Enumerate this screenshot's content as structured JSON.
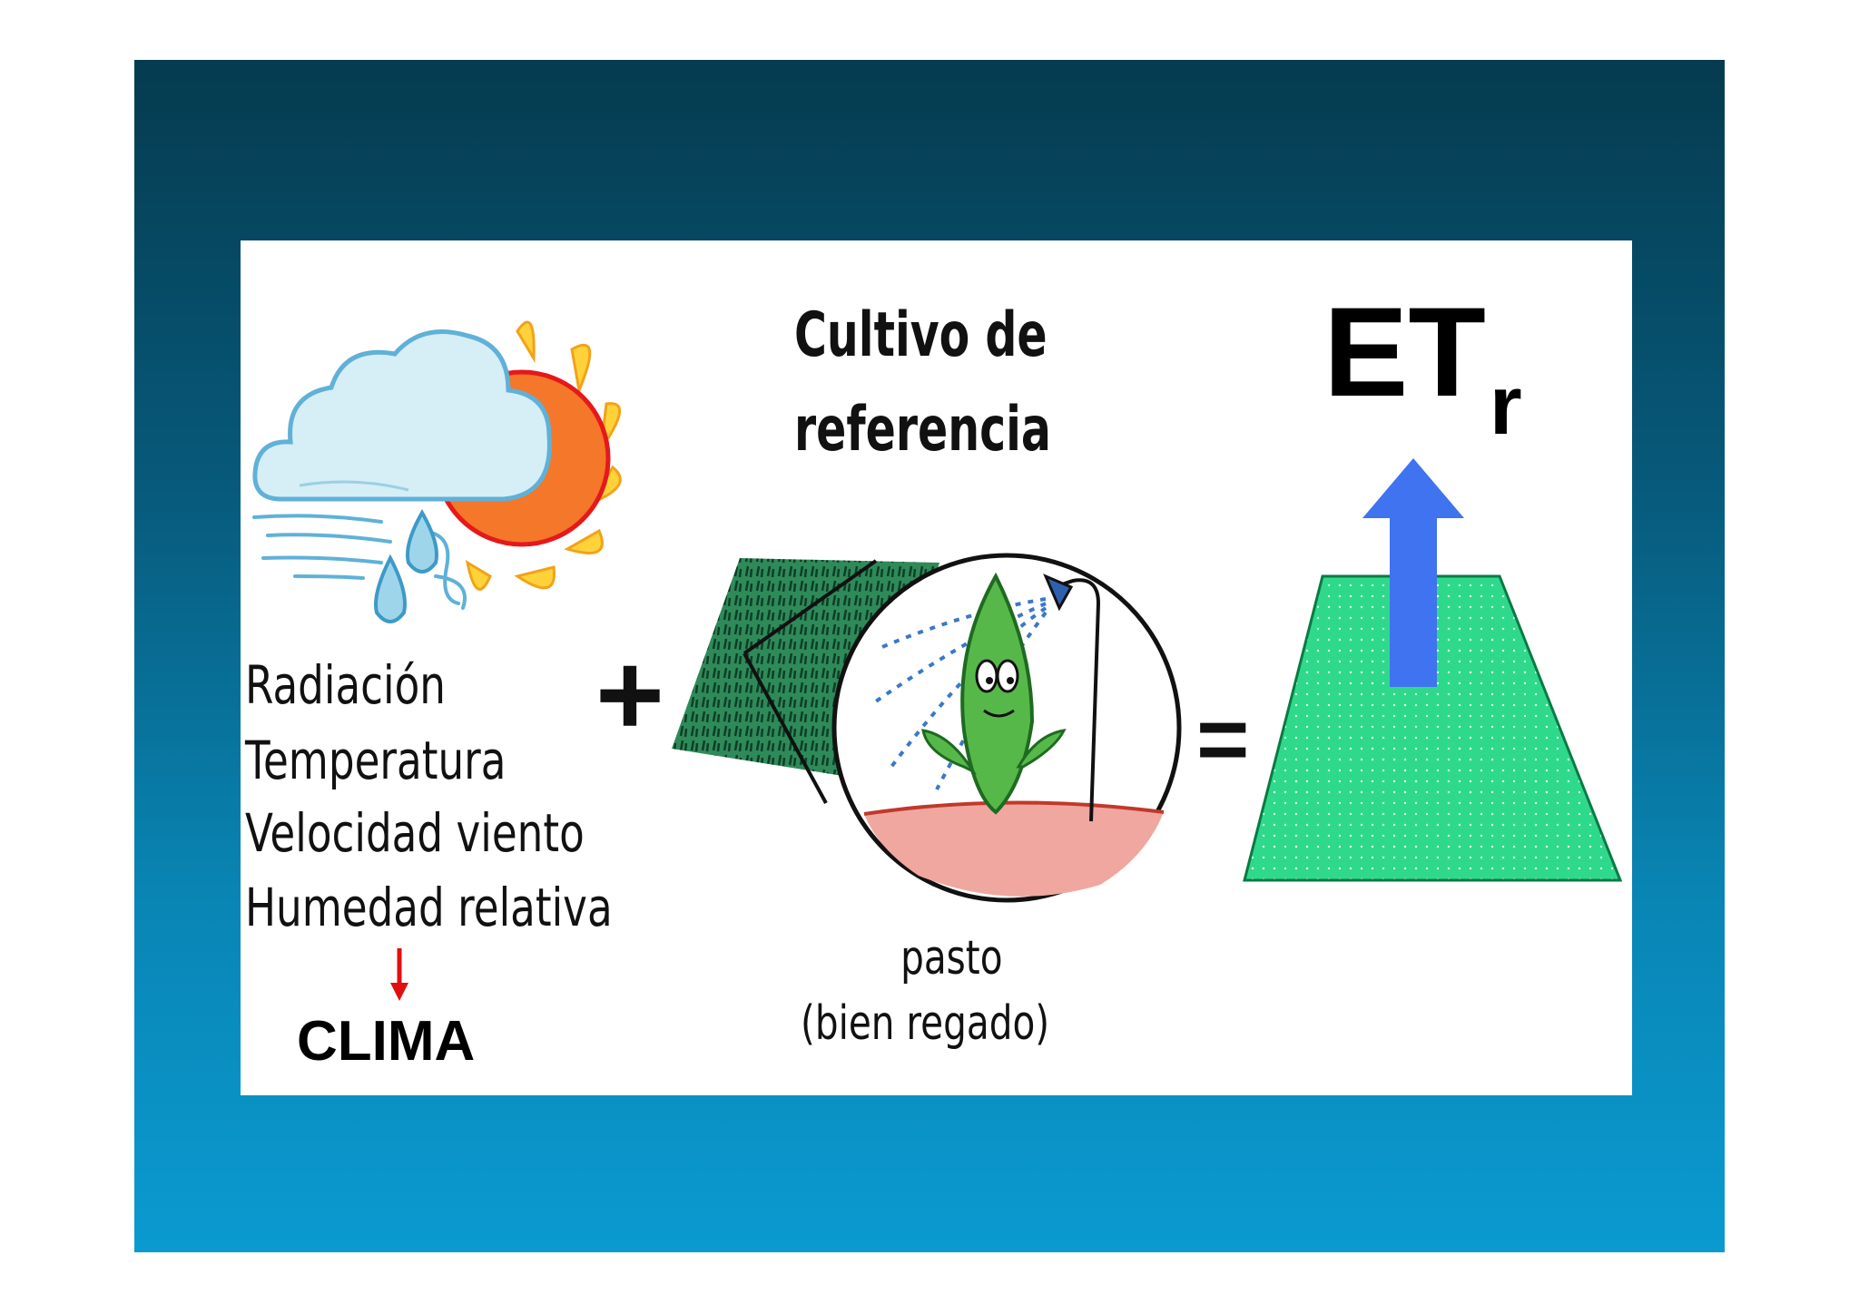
{
  "title_lines": [
    "Cultivo de",
    "referencia"
  ],
  "climate_factors": [
    "Radiación",
    "Temperatura",
    "Velocidad viento",
    "Humedad relativa"
  ],
  "climate_result": "CLIMA",
  "plus_sign": "+",
  "equals_sign": "=",
  "crop_caption": [
    "pasto",
    "(bien regado)"
  ],
  "result_label": {
    "main": "ET",
    "subscript": "r"
  },
  "colors": {
    "background_top": "#053b4f",
    "background_bottom": "#0a9ad0",
    "panel": "#ffffff",
    "trapezoid_fill": "#2fd98c",
    "arrow_up": "#3f73f0",
    "arrow_down": "#e01010",
    "grass": "#1f6e45",
    "sun": "#f06020",
    "cloud": "#bfe6f2"
  },
  "icons": [
    "weather-icon",
    "grass-field-icon",
    "irrigated-plant-icon",
    "up-arrow-icon",
    "down-arrow-icon"
  ]
}
